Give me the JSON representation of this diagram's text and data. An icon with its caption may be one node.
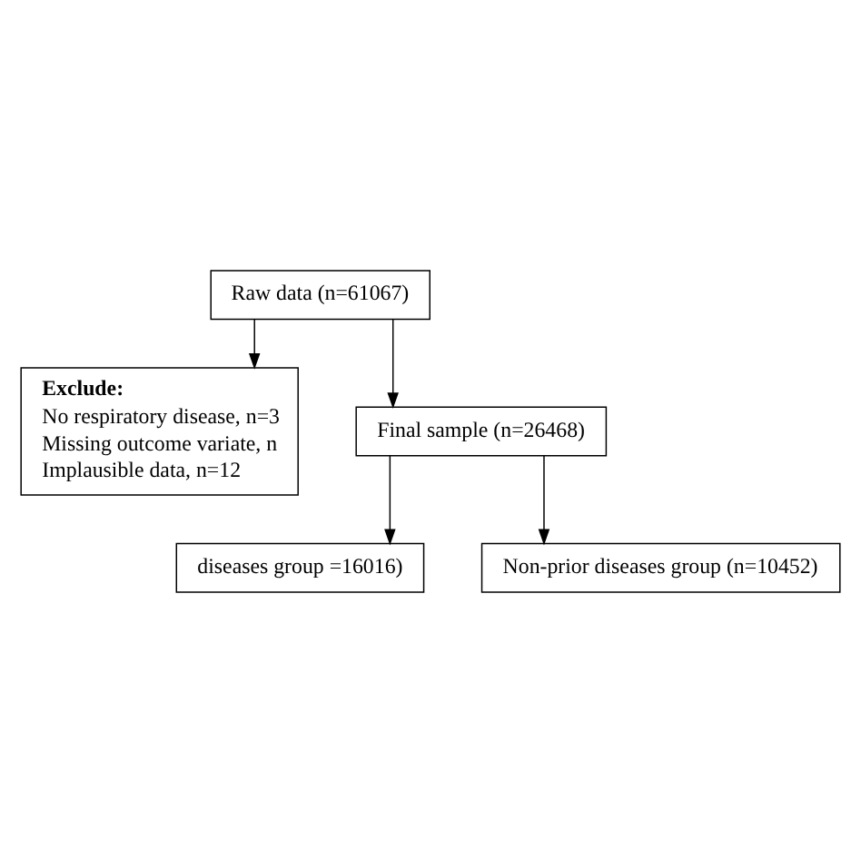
{
  "diagram": {
    "nodes": [
      {
        "text": [
          "Raw data (n=61067)"
        ]
      },
      {
        "text": [
          "Exclude:",
          "No respiratory disease, n=3",
          "Missing outcome variate, n",
          "Implausible data, n=12"
        ]
      },
      {
        "text": [
          "Final sample (n=26468)"
        ]
      },
      {
        "text": [
          "diseases group =16016)"
        ]
      },
      {
        "text": [
          "Non-prior diseases group (n=10452)"
        ]
      }
    ],
    "edges": [
      {
        "from": 0,
        "to": 1,
        "arrow": "to"
      },
      {
        "from": 0,
        "to": 2,
        "arrow": "to"
      },
      {
        "from": 2,
        "to": 3,
        "arrow": "to"
      },
      {
        "from": 2,
        "to": 4,
        "arrow": "to"
      }
    ]
  }
}
